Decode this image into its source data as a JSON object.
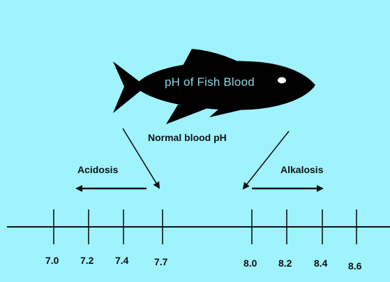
{
  "title": "pH of Fish Blood",
  "normal_label": "Normal blood pH",
  "acidosis_label": "Acidosis",
  "alkalosis_label": "Alkalosis",
  "colors": {
    "background": "#9ef3fd",
    "fish": "#000000",
    "fish_title": "#8fd3e0",
    "eye": "#ffffff",
    "lines": "#111111"
  },
  "scale": {
    "ticks": [
      {
        "label": "7.0",
        "value": 7.0
      },
      {
        "label": "7.2",
        "value": 7.2
      },
      {
        "label": "7.4",
        "value": 7.4
      },
      {
        "label": "7.7",
        "value": 7.7
      },
      {
        "label": "8.0",
        "value": 8.0
      },
      {
        "label": "8.2",
        "value": 8.2
      },
      {
        "label": "8.4",
        "value": 8.4
      },
      {
        "label": "8.6",
        "value": 8.6
      }
    ]
  }
}
